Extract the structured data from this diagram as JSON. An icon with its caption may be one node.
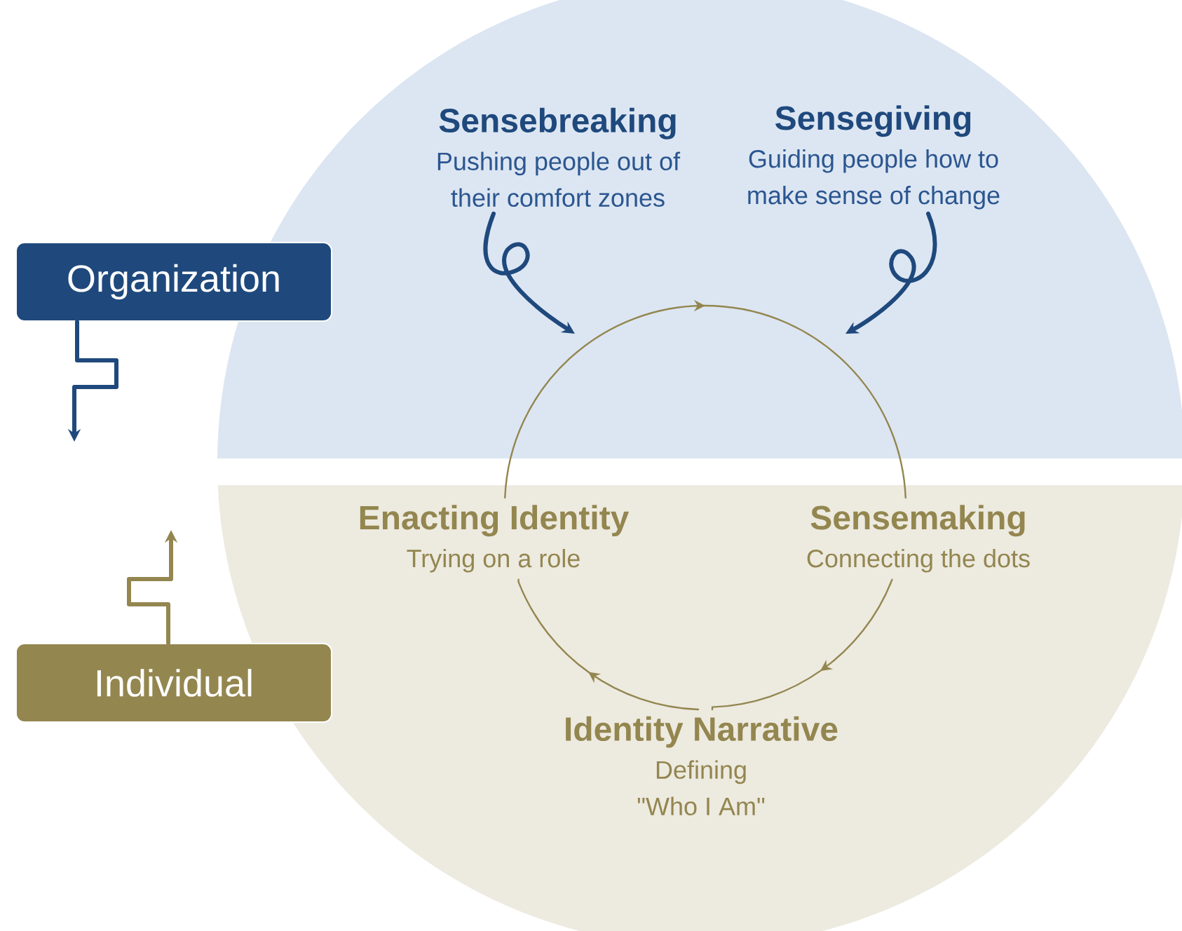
{
  "diagram": {
    "nodes": [
      {
        "text": [
          "Sensebreaking",
          "Pushing people out of their comfort zones"
        ]
      },
      {
        "text": [
          "Sensegiving",
          "Guiding people how to make sense of change"
        ]
      },
      {
        "text": [
          "Organization"
        ]
      },
      {
        "text": [
          "Enacting Identity",
          "Trying on a role"
        ]
      },
      {
        "text": [
          "Sensemaking",
          "Connecting the dots"
        ]
      },
      {
        "text": [
          "Individual"
        ]
      },
      {
        "text": [
          "Identity Narrative",
          "Defining \"Who I Am\""
        ]
      }
    ],
    "edges": [
      {
        "from": 0,
        "to": null,
        "arrow": "to",
        "color": "#1f497d"
      },
      {
        "from": 1,
        "to": null,
        "arrow": "to",
        "color": "#1f497d"
      },
      {
        "from": 2,
        "to": null,
        "arrow": "to",
        "color": "#1f497d"
      },
      {
        "from": 5,
        "to": null,
        "arrow": "to"
      },
      {
        "from": 3,
        "to": 4,
        "arrow": "to"
      },
      {
        "from": 4,
        "to": 6,
        "arrow": "to"
      },
      {
        "from": 6,
        "to": 3,
        "arrow": "to"
      }
    ]
  }
}
